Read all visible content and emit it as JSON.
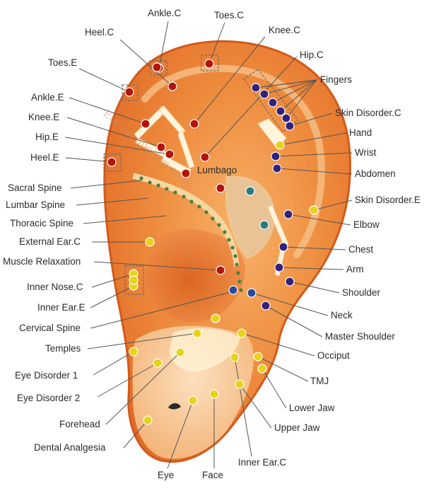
{
  "watermark": "Eurotraduccion.es.el",
  "colors": {
    "red_point": "#b3140b",
    "purple_point": "#35217a",
    "yellow_point": "#e8d21a",
    "teal_point": "#2b7d7d",
    "blue_point": "#2a4aa0",
    "leader": "#555555"
  },
  "labels": [
    {
      "id": "ankle-c",
      "text": "Ankle.C",
      "point": "red"
    },
    {
      "id": "toes-c",
      "text": "Toes.C",
      "point": "red"
    },
    {
      "id": "heel-c",
      "text": "Heel.C",
      "point": "red"
    },
    {
      "id": "knee-c",
      "text": "Knee.C",
      "point": "red"
    },
    {
      "id": "toes-e",
      "text": "Toes.E",
      "point": "red"
    },
    {
      "id": "hip-c",
      "text": "Hip.C",
      "point": "red"
    },
    {
      "id": "fingers",
      "text": "Fingers",
      "point": "purple"
    },
    {
      "id": "ankle-e",
      "text": "Ankle.E",
      "point": "red"
    },
    {
      "id": "skin-disorder-c",
      "text": "Skin Disorder.C",
      "point": "purple"
    },
    {
      "id": "knee-e",
      "text": "Knee.E",
      "point": "red"
    },
    {
      "id": "hand",
      "text": "Hand",
      "point": "yellow"
    },
    {
      "id": "hip-e",
      "text": "Hip.E",
      "point": "red"
    },
    {
      "id": "wrist",
      "text": "Wrist",
      "point": "purple"
    },
    {
      "id": "heel-e",
      "text": "Heel.E",
      "point": "red"
    },
    {
      "id": "abdomen",
      "text": "Abdomen",
      "point": "purple"
    },
    {
      "id": "lumbago",
      "text": "Lumbago",
      "point": "red"
    },
    {
      "id": "sacral-spine",
      "text": "Sacral Spine",
      "point": "none"
    },
    {
      "id": "skin-disorder-e",
      "text": "Skin Disorder.E",
      "point": "yellow"
    },
    {
      "id": "lumbar-spine",
      "text": "Lumbar Spine",
      "point": "none"
    },
    {
      "id": "elbow",
      "text": "Elbow",
      "point": "purple"
    },
    {
      "id": "thoracic-spine",
      "text": "Thoracic Spine",
      "point": "none"
    },
    {
      "id": "external-ear-c",
      "text": "External Ear.C",
      "point": "yellow"
    },
    {
      "id": "chest",
      "text": "Chest",
      "point": "purple"
    },
    {
      "id": "muscle-relaxation",
      "text": "Muscle Relaxation",
      "point": "red"
    },
    {
      "id": "arm",
      "text": "Arm",
      "point": "purple"
    },
    {
      "id": "inner-nose-c",
      "text": "Inner Nose.C",
      "point": "yellow"
    },
    {
      "id": "shoulder",
      "text": "Shoulder",
      "point": "purple"
    },
    {
      "id": "inner-ear-e",
      "text": "Inner Ear.E",
      "point": "yellow"
    },
    {
      "id": "neck",
      "text": "Neck",
      "point": "blue"
    },
    {
      "id": "cervical-spine",
      "text": "Cervical Spine",
      "point": "none"
    },
    {
      "id": "master-shoulder",
      "text": "Master Shoulder",
      "point": "purple"
    },
    {
      "id": "temples",
      "text": "Temples",
      "point": "yellow"
    },
    {
      "id": "occiput",
      "text": "Occiput",
      "point": "yellow"
    },
    {
      "id": "eye-disorder-1",
      "text": "Eye Disorder 1",
      "point": "yellow"
    },
    {
      "id": "tmj",
      "text": "TMJ",
      "point": "yellow"
    },
    {
      "id": "eye-disorder-2",
      "text": "Eye Disorder 2",
      "point": "yellow"
    },
    {
      "id": "lower-jaw",
      "text": "Lower Jaw",
      "point": "yellow"
    },
    {
      "id": "forehead",
      "text": "Forehead",
      "point": "yellow"
    },
    {
      "id": "upper-jaw",
      "text": "Upper Jaw",
      "point": "yellow"
    },
    {
      "id": "dental-analgesia",
      "text": "Dental Analgesia",
      "point": "yellow"
    },
    {
      "id": "inner-ear-c",
      "text": "Inner Ear.C",
      "point": "yellow"
    },
    {
      "id": "eye",
      "text": "Eye",
      "point": "yellow"
    },
    {
      "id": "face",
      "text": "Face",
      "point": "yellow"
    }
  ]
}
